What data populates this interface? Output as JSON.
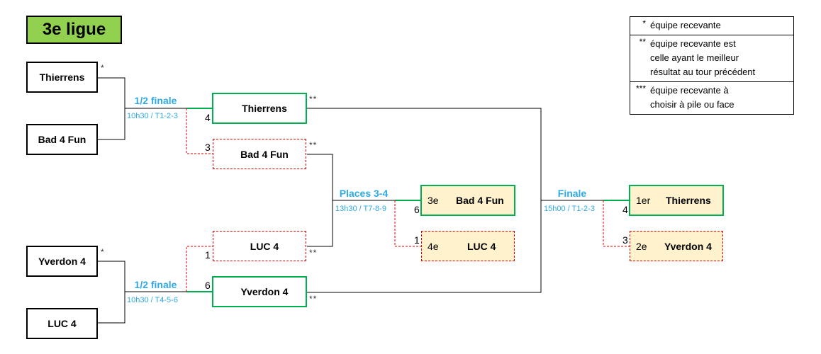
{
  "title": "3e ligue",
  "legend": [
    {
      "symbol": "*",
      "lines": [
        "équipe recevante"
      ]
    },
    {
      "symbol": "**",
      "lines": [
        "équipe recevante est",
        "celle ayant le meilleur",
        "résultat au tour précédent"
      ]
    },
    {
      "symbol": "***",
      "lines": [
        "équipe recevante à",
        "choisir à pile ou face"
      ]
    }
  ],
  "semifinal_1": {
    "round": "1/2 finale",
    "time": "10h30 / T1-2-3",
    "team_a": {
      "name": "Thierrens",
      "mark": "*"
    },
    "team_b": {
      "name": "Bad 4 Fun"
    },
    "winner": {
      "name": "Thierrens",
      "score": "4",
      "mark": "**"
    },
    "loser": {
      "name": "Bad 4 Fun",
      "score": "3",
      "mark": "**"
    }
  },
  "semifinal_2": {
    "round": "1/2 finale",
    "time": "10h30 / T4-5-6",
    "team_a": {
      "name": "Yverdon 4",
      "mark": "*"
    },
    "team_b": {
      "name": "LUC 4"
    },
    "loser": {
      "name": "LUC 4",
      "score": "1",
      "mark": "**"
    },
    "winner": {
      "name": "Yverdon 4",
      "score": "6",
      "mark": "**"
    }
  },
  "places_3_4": {
    "round": "Places 3-4",
    "time": "13h30 / T7-8-9",
    "winner": {
      "rank": "3e",
      "name": "Bad 4 Fun",
      "score": "6"
    },
    "loser": {
      "rank": "4e",
      "name": "LUC 4",
      "score": "1"
    }
  },
  "final": {
    "round": "Finale",
    "time": "15h00 / T1-2-3",
    "winner": {
      "rank": "1er",
      "name": "Thierrens",
      "score": "4"
    },
    "loser": {
      "rank": "2e",
      "name": "Yverdon 4",
      "score": "3"
    }
  },
  "colors": {
    "winner": "#00b050",
    "loser": "#e00000",
    "round_label": "#2eaae6",
    "title_bg": "#92d050",
    "final_bg": "#fff2cc"
  }
}
